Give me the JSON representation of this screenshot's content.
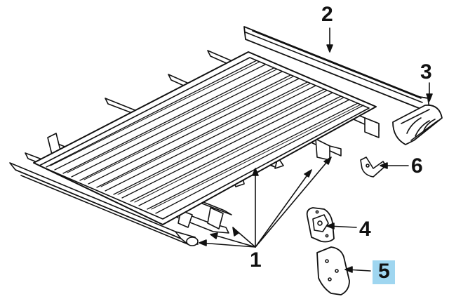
{
  "callouts": {
    "c1": "1",
    "c2": "2",
    "c3": "3",
    "c4": "4",
    "c5": "5",
    "c6": "6"
  },
  "colors": {
    "ink": "#111111",
    "highlight": "#9fd6f0",
    "background": "#ffffff"
  },
  "highlighted_callout": "5"
}
